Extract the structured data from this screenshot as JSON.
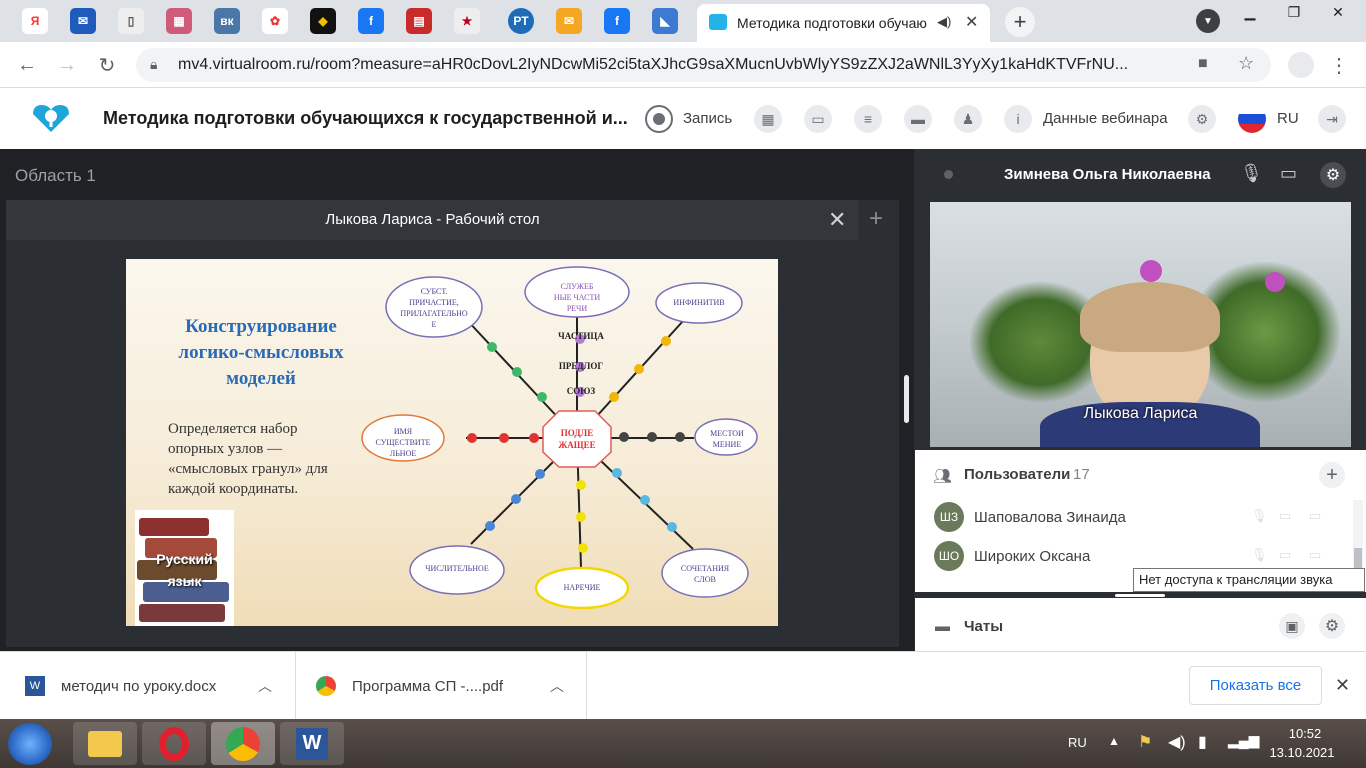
{
  "browser": {
    "active_tab_title": "Методика подготовки обучающ",
    "url": "mv4.virtualroom.ru/room?measure=aHR0cDovL2IyNDcwMi52ci5taXJhcG9saXMucnUvbWlyYS9zZXJ2aWNlL3YyXy1kaHdKTVFrNU...",
    "downloads": [
      {
        "name": "методич по уроку.docx"
      },
      {
        "name": "Программа СП -....pdf"
      }
    ],
    "show_all_label": "Показать все"
  },
  "app": {
    "title": "Методика подготовки обучающихся к государственной и...",
    "record_label": "Запись",
    "webinar_data_label": "Данные вебинара",
    "lang_label": "RU"
  },
  "workspace": {
    "area_title": "Область 1",
    "panel_title": "Лыкова Лариса - Рабочий стол"
  },
  "slide": {
    "heading": [
      "Конструирование",
      "логико-смысловых",
      "моделей"
    ],
    "body": [
      "Определяется набор",
      "опорных узлов —",
      "«смысловых гранул» для",
      "каждой координаты."
    ],
    "center": [
      "ПОДЛЕ",
      "ЖАЩЕЕ"
    ],
    "nodes": {
      "subst": [
        "СУБСТ.",
        "ПРИЧАСТИЕ,",
        "ПРИЛАГАТЕЛЬНО",
        "Е"
      ],
      "service": [
        "СЛУЖЕБ",
        "НЫЕ ЧАСТИ",
        "РЕЧИ"
      ],
      "infinitive": [
        "ИНФИНИТИВ"
      ],
      "noun": [
        "ИМЯ",
        "СУЩЕСТВИТЕ",
        "ЛЬНОЕ"
      ],
      "pronoun": [
        "МЕСТОИ",
        "МЕНИЕ"
      ],
      "numeral": [
        "ЧИСЛИТЕЛЬНОЕ"
      ],
      "adverb": [
        "НАРЕЧИЕ"
      ],
      "collocations": [
        "СОЧЕТАНИЯ",
        "СЛОВ"
      ]
    },
    "words": [
      "ЧАСТИЦА",
      "ПРЕДЛОГ",
      "СОЮЗ"
    ],
    "book_label": [
      "Русский",
      "язык"
    ]
  },
  "presenter": {
    "name": "Зимнева Ольга Николаевна",
    "video_label": "Лыкова Лариса"
  },
  "users": {
    "title": "Пользователи",
    "count": "17",
    "list": [
      {
        "initials": "ШЗ",
        "name": "Шаповалова Зинаида"
      },
      {
        "initials": "ШО",
        "name": "Широких Оксана"
      }
    ],
    "tooltip": "Нет доступа к трансляции звука"
  },
  "chats": {
    "title": "Чаты"
  },
  "taskbar": {
    "lang": "RU",
    "time": "10:52",
    "date": "13.10.2021"
  },
  "colors": {
    "accent": "#1a73e8",
    "slide_heading": "#2a6bb5",
    "node_border": "#7a6fb3",
    "center_border": "#e25b5b"
  }
}
